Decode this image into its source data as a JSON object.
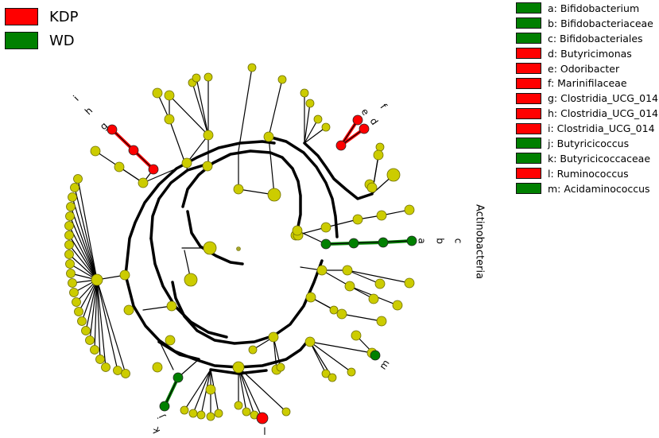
{
  "groups": [
    {
      "name": "KDP",
      "color": "#ff0000"
    },
    {
      "name": "WD",
      "color": "#008000"
    }
  ],
  "taxa": [
    {
      "letter": "a",
      "text": "a: Bifidobacterium",
      "group": "WD"
    },
    {
      "letter": "b",
      "text": "b: Bifidobacteriaceae",
      "group": "WD"
    },
    {
      "letter": "c",
      "text": "c: Bifidobacteriales",
      "group": "WD"
    },
    {
      "letter": "d",
      "text": "d: Butyricimonas",
      "group": "KDP"
    },
    {
      "letter": "e",
      "text": "e: Odoribacter",
      "group": "KDP"
    },
    {
      "letter": "f",
      "text": "f: Marinifilaceae",
      "group": "KDP"
    },
    {
      "letter": "g",
      "text": "g: Clostridia_UCG_014",
      "group": "KDP"
    },
    {
      "letter": "h",
      "text": "h: Clostridia_UCG_014",
      "group": "KDP"
    },
    {
      "letter": "i",
      "text": "i: Clostridia_UCG_014",
      "group": "KDP"
    },
    {
      "letter": "j",
      "text": "j: Butyricicoccus",
      "group": "WD"
    },
    {
      "letter": "k",
      "text": "k: Butyricicoccaceae",
      "group": "WD"
    },
    {
      "letter": "l",
      "text": "l: Ruminococcus",
      "group": "KDP"
    },
    {
      "letter": "m",
      "text": "m: Acidaminococcus",
      "group": "WD"
    }
  ],
  "phylum_label": "Actinobacteria",
  "colors": {
    "neutral_node": "#cccc00",
    "node_stroke": "#6e6e00"
  }
}
